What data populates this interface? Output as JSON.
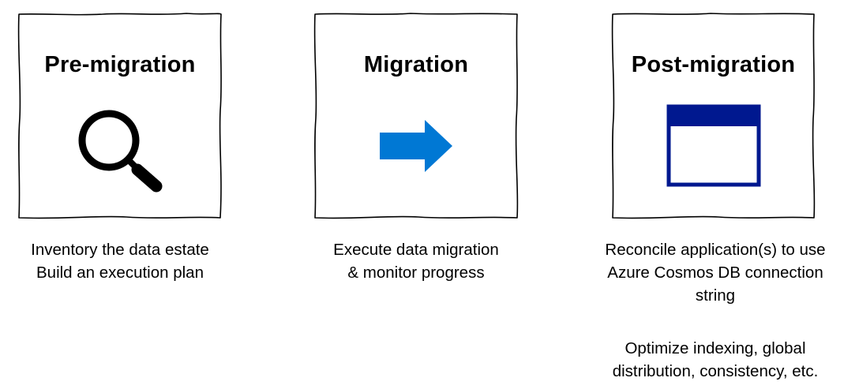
{
  "stages": [
    {
      "title": "Pre-migration",
      "icon": "magnifier-icon",
      "lines": [
        "Inventory the data estate",
        "Build an execution plan"
      ]
    },
    {
      "title": "Migration",
      "icon": "arrow-right-icon",
      "lines": [
        "Execute data migration",
        "& monitor progress"
      ]
    },
    {
      "title": "Post-migration",
      "icon": "window-icon",
      "lines": [
        "Reconcile application(s) to use",
        "Azure Cosmos DB connection",
        "string"
      ],
      "extra_lines": [
        "Optimize indexing, global",
        "distribution, consistency, etc."
      ]
    }
  ],
  "colors": {
    "arrow": "#0078D4",
    "window": "#00188F"
  }
}
